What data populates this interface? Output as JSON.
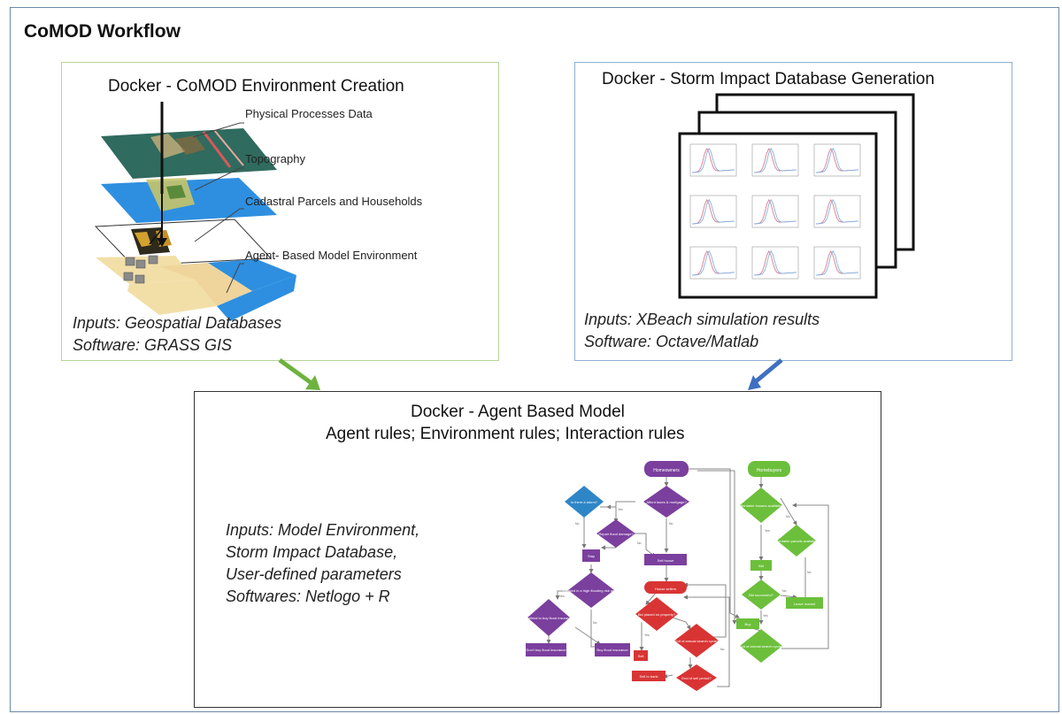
{
  "title": "CoMOD Workflow",
  "env_panel": {
    "title": "Docker - CoMOD Environment Creation",
    "layers": [
      "Physical Processes Data",
      "Topography",
      "Cadastral Parcels and Households",
      "Agent- Based Model Environment"
    ],
    "inputs": "Inputs: Geospatial Databases",
    "software": "Software: GRASS GIS"
  },
  "storm_panel": {
    "title": "Docker - Storm Impact Database Generation",
    "inputs": "Inputs: XBeach simulation results",
    "software": "Software: Octave/Matlab"
  },
  "abm_panel": {
    "title": "Docker - Agent Based Model",
    "subtitle": "Agent rules; Environment rules; Interaction rules",
    "inputs": [
      "Inputs: Model Environment,",
      "Storm Impact Database,",
      "User-defined parameters",
      "Softwares: Netlogo + R"
    ]
  },
  "flowchart": {
    "homeowners": "Homeowners",
    "homebuyers": "Homebuyers",
    "storm": "Is there a storm?",
    "afford": "Afford taxes & mortgage?",
    "repair": "Repair flood damage?",
    "stay": "Stay",
    "sell_house": "Sell house",
    "located": "Located in a high flooding risk area?",
    "house_sellers": "House sellers",
    "beneficial": "Beneficial to buy flood insurance?",
    "bid_placed": "Bid placed on property?",
    "end_search": "End of annual search cycle?",
    "dont_buy": "Don't buy flood insurance",
    "buy_insurance": "Buy flood insurance",
    "end_sell": "End of sell period?",
    "sell": "Sell",
    "sell_bank": "Sell to bank",
    "affordable": "Affordable houses available?",
    "affordable_parcels": "Affordable parcels available?",
    "bid": "Bid",
    "bid_success": "Bid successful?",
    "leave_market": "Leave market",
    "buy": "Buy",
    "end_annual": "End of annual search cycle?",
    "yes": "Yes",
    "no": "No"
  },
  "colors": {
    "purple": "#7b3f9e",
    "red": "#d93434",
    "green": "#6cbf3b",
    "blue": "#2f86c7",
    "arrow_green": "#6db33f",
    "arrow_blue": "#3f6fc0"
  }
}
